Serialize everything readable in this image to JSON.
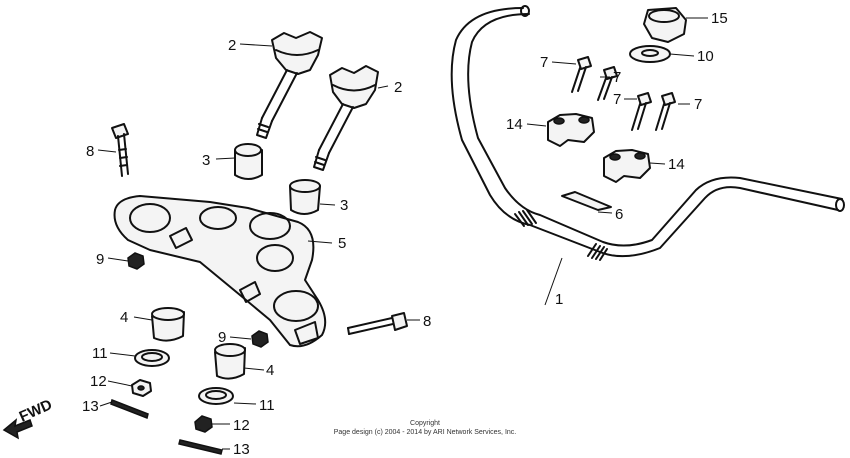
{
  "diagram": {
    "callouts": {
      "c1": "1",
      "c2a": "2",
      "c2b": "2",
      "c3a": "3",
      "c3b": "3",
      "c4a": "4",
      "c4b": "4",
      "c5": "5",
      "c6": "6",
      "c7a": "7",
      "c7b": "7",
      "c7c": "7",
      "c7d": "7",
      "c8a": "8",
      "c8b": "8",
      "c9a": "9",
      "c9b": "9",
      "c10": "10",
      "c11a": "11",
      "c11b": "11",
      "c12a": "12",
      "c12b": "12",
      "c13a": "13",
      "c13b": "13",
      "c14a": "14",
      "c14b": "14",
      "c15": "15"
    },
    "fwd_label": "FWD",
    "copyright_line1": "Copyright",
    "copyright_line2": "Page design (c) 2004 - 2014 by ARI Network Services, Inc."
  }
}
